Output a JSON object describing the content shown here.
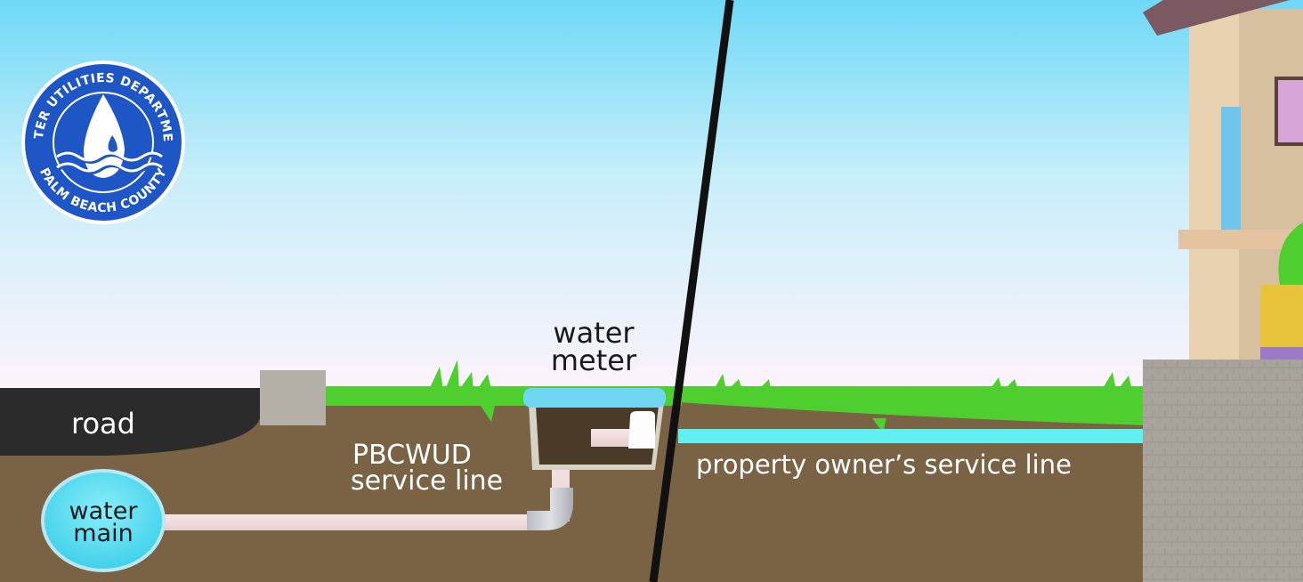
{
  "logo": {
    "top_text": "WATER UTILITIES DEPARTMENT",
    "bottom_text": "PALM BEACH COUNTY"
  },
  "labels": {
    "road": "road",
    "water_main_line1": "water",
    "water_main_line2": "main",
    "pbcwud_line1": "PBCWUD",
    "pbcwud_line2": "service line",
    "meter_line1": "water",
    "meter_line2": "meter",
    "owner_line": "property owner’s service line"
  },
  "colors": {
    "sky_top": "#6fd9f7",
    "sky_bottom": "#fdf3fb",
    "soil": "#7a6245",
    "grass": "#4fcf2f",
    "road": "#2b2b2b",
    "utility_pipe": "#f3dcdc",
    "owner_pipe": "#5ff0ef",
    "meter_lid": "#6fd7f2",
    "water_main": "#59dff2",
    "logo_blue": "#1f56c6",
    "divider": "#111111"
  }
}
